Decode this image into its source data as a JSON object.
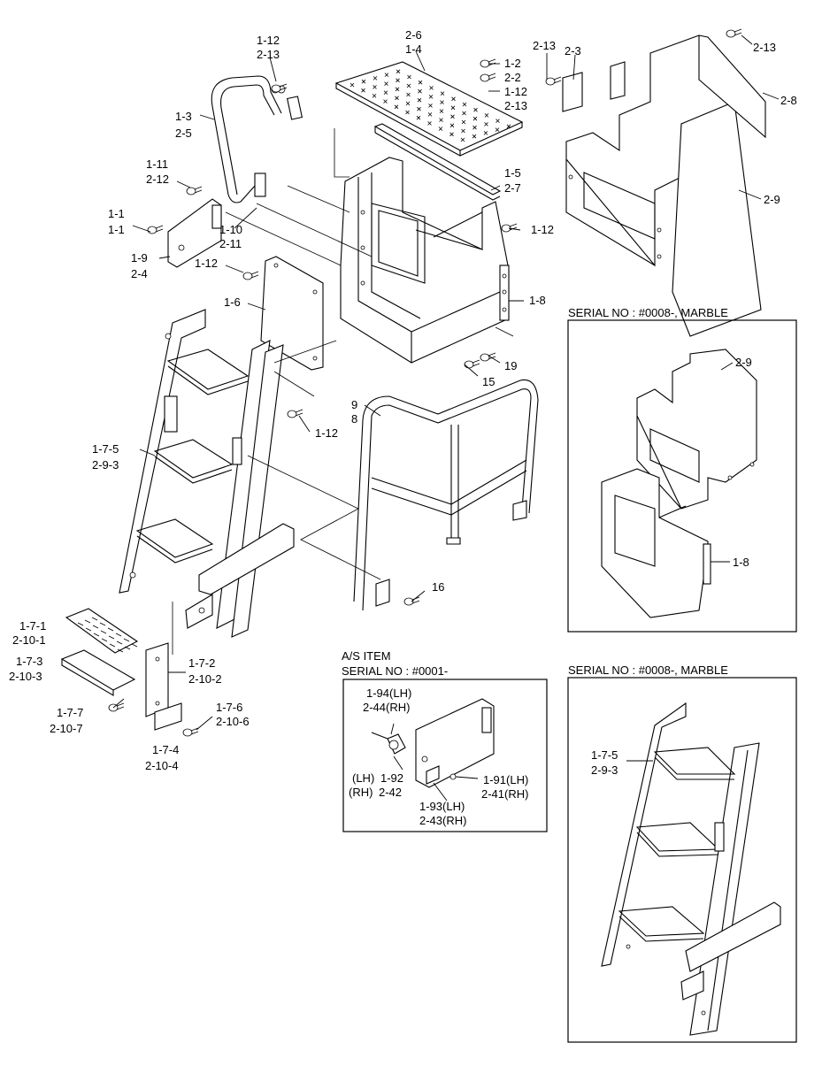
{
  "labels": {
    "l_1_12a": "1-12",
    "l_2_13a": "2-13",
    "l_2_6": "2-6",
    "l_1_4": "1-4",
    "l_1_2": "1-2",
    "l_2_2": "2-2",
    "l_1_12b": "1-12",
    "l_2_13b": "2-13",
    "l_1_3": "1-3",
    "l_2_5": "2-5",
    "l_1_11": "1-11",
    "l_2_12": "2-12",
    "l_1_5": "1-5",
    "l_2_7": "2-7",
    "l_1_1a": "1-1",
    "l_1_1b": "1-1",
    "l_1_10": "1-10",
    "l_2_11": "2-11",
    "l_1_12c": "1-12",
    "l_1_9": "1-9",
    "l_2_4": "2-4",
    "l_1_12d": "1-12",
    "l_1_6": "1-6",
    "l_1_8": "1-8",
    "l_19": "19",
    "l_15": "15",
    "l_9": "9",
    "l_8": "8",
    "l_1_12e": "1-12",
    "l_1_7_5": "1-7-5",
    "l_2_9_3": "2-9-3",
    "l_16": "16",
    "l_1_7_1": "1-7-1",
    "l_2_10_1": "2-10-1",
    "l_1_7_3": "1-7-3",
    "l_2_10_3": "2-10-3",
    "l_1_7_2": "1-7-2",
    "l_2_10_2": "2-10-2",
    "l_1_7_7": "1-7-7",
    "l_2_10_7": "2-10-7",
    "l_1_7_6": "1-7-6",
    "l_2_10_6": "2-10-6",
    "l_1_7_4": "1-7-4",
    "l_2_10_4": "2-10-4",
    "l_2_13c": "2-13",
    "l_2_3": "2-3",
    "l_2_13d": "2-13",
    "l_2_8": "2-8",
    "l_2_9": "2-9",
    "inset1_title": "SERIAL NO : #0008-, MARBLE",
    "i1_2_9": "2-9",
    "i1_1_8": "1-8",
    "inset2_title": "SERIAL NO : #0008-, MARBLE",
    "i2_1_7_5": "1-7-5",
    "i2_2_9_3": "2-9-3",
    "as_title1": "A/S ITEM",
    "as_title2": "SERIAL NO : #0001-",
    "as_1_94": "1-94(LH)",
    "as_2_44": "2-44(RH)",
    "as_lh": "(LH)",
    "as_1_92": "1-92",
    "as_rh": "(RH)",
    "as_2_42": "2-42",
    "as_1_91": "1-91(LH)",
    "as_2_41": "2-41(RH)",
    "as_1_93": "1-93(LH)",
    "as_2_43": "2-43(RH)"
  }
}
